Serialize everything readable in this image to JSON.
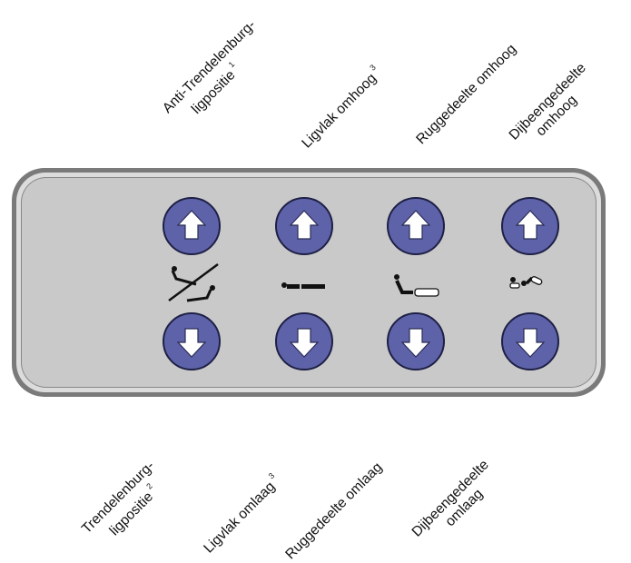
{
  "labels": {
    "up": [
      {
        "line1": "Anti-Trendelenburg-",
        "line2": "ligpositie",
        "sup": "1"
      },
      {
        "line1": "Ligvlak omhoog",
        "sup": "3"
      },
      {
        "line1": "Ruggedeelte omhoog"
      },
      {
        "line1": "Dijbeengedeelte",
        "line2": "omhoog"
      }
    ],
    "down": [
      {
        "line1": "Trendelenburg-",
        "line2": "ligpositie",
        "sup": "2"
      },
      {
        "line1": "Ligvlak omlaag",
        "sup": "3"
      },
      {
        "line1": "Ruggedeelte omlaag"
      },
      {
        "line1": "Dijbeengedeelte",
        "line2": "omlaag"
      }
    ]
  },
  "icons": {
    "button_up": "arrow-up-icon",
    "button_down": "arrow-down-icon",
    "symbols": [
      "trendelenburg-tilt-icon",
      "bed-height-icon",
      "backrest-icon",
      "thigh-section-icon"
    ]
  },
  "colors": {
    "button_fill": "#5e63a9",
    "button_border": "#1e2046",
    "panel": "#c9c9c9",
    "arrow": "#ffffff"
  }
}
